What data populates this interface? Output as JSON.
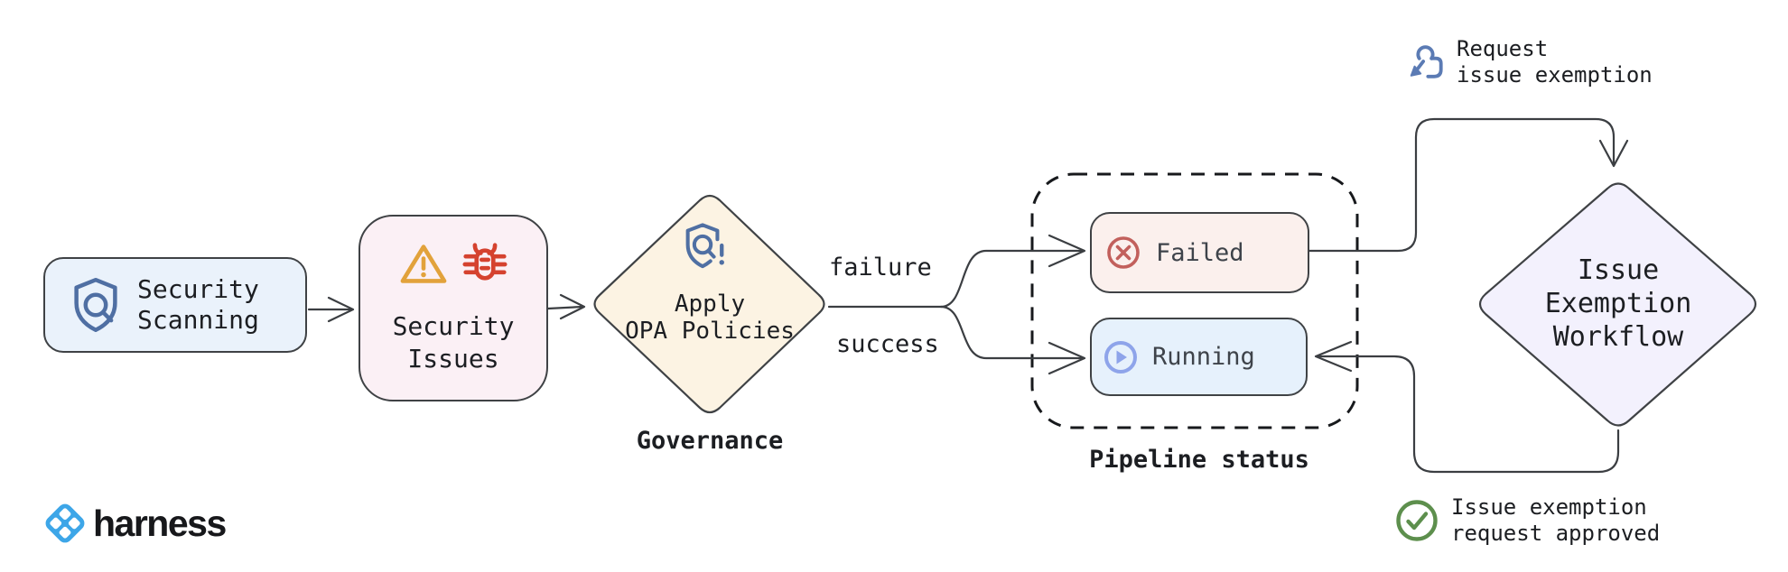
{
  "colors": {
    "shield_blue": "#4f6fa3",
    "warning_orange": "#e2a23b",
    "bug_red": "#d5422f",
    "failed_red": "#c2605c",
    "running_blue": "#8ea4ea",
    "request_blue": "#5b7bb4",
    "approved_green": "#5d8f4d",
    "harness_blue": "#3da6e8",
    "node_border": "#3f4245",
    "line_color": "#3b3e42",
    "scanning_bg": "#eaf2fb",
    "issues_bg": "#fbf0f5",
    "opa_bg": "#fcf3e3",
    "failed_bg": "#fbf0ed",
    "running_bg": "#e6f1fc",
    "exemption_bg": "#f3f1fd"
  },
  "nodes": {
    "security_scanning": {
      "label": "Security\nScanning"
    },
    "security_issues": {
      "label": "Security\nIssues"
    },
    "apply_opa": {
      "label": "Apply\nOPA Policies"
    },
    "failed": {
      "label": "Failed"
    },
    "running": {
      "label": "Running"
    },
    "issue_exemption": {
      "label": "Issue\nExemption\nWorkflow"
    }
  },
  "captions": {
    "governance": "Governance",
    "pipeline_status": "Pipeline status"
  },
  "edge_labels": {
    "failure": "failure",
    "success": "success",
    "request": "Request\nissue exemption",
    "approved": "Issue exemption\nrequest approved"
  },
  "footer": {
    "brand": "harness"
  }
}
